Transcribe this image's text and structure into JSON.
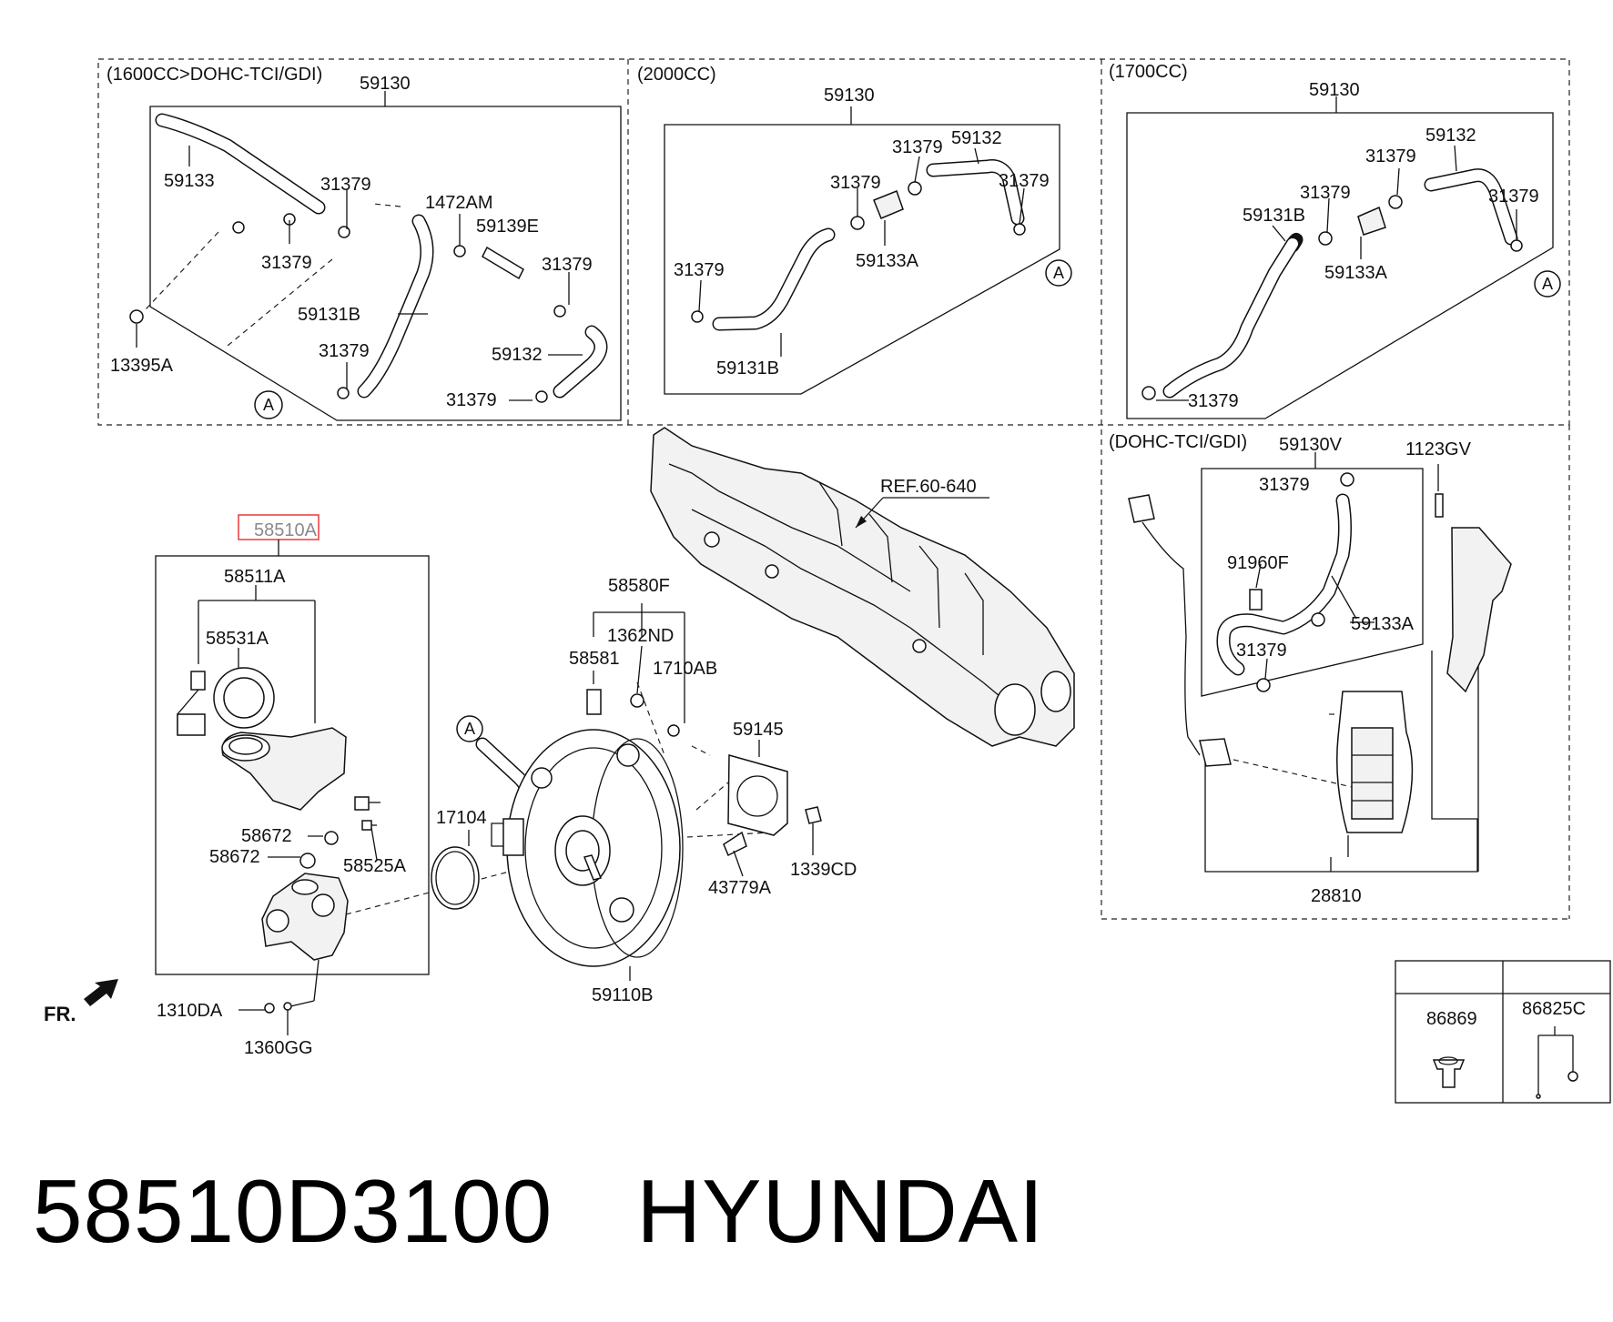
{
  "sections": {
    "s1600": "(1600CC>DOHC-TCI/GDI)",
    "s2000": "(2000CC)",
    "s1700": "(1700CC)",
    "sdohc": "(DOHC-TCI/GDI)"
  },
  "circle_marker": "A",
  "part_labels": {
    "p1_59130": "59130",
    "p1_59133": "59133",
    "p1_31379a": "31379",
    "p1_31379b": "31379",
    "p1_1472AM": "1472AM",
    "p1_59139E": "59139E",
    "p1_31379c": "31379",
    "p1_59131B": "59131B",
    "p1_31379d": "31379",
    "p1_59132": "59132",
    "p1_31379e": "31379",
    "p1_13395A": "13395A",
    "p2_59130": "59130",
    "p2_31379a": "31379",
    "p2_59132": "59132",
    "p2_31379b": "31379",
    "p2_31379c": "31379",
    "p2_59133A": "59133A",
    "p2_31379d": "31379",
    "p2_59131B": "59131B",
    "p3_59130": "59130",
    "p3_59132": "59132",
    "p3_31379a": "31379",
    "p3_31379b": "31379",
    "p3_31379c": "31379",
    "p3_59131B": "59131B",
    "p3_59133A": "59133A",
    "p3_31379d": "31379",
    "p4_59130V": "59130V",
    "p4_1123GV": "1123GV",
    "p4_31379a": "31379",
    "p4_91960F": "91960F",
    "p4_59133A": "59133A",
    "p4_31379b": "31379",
    "p4_28810": "28810",
    "ref": "REF.60-640",
    "m_58510A": "58510A",
    "m_58511A": "58511A",
    "m_58531A": "58531A",
    "m_58672a": "58672",
    "m_58672b": "58672",
    "m_58525A": "58525A",
    "m_1310DA": "1310DA",
    "m_1360GG": "1360GG",
    "b_58580F": "58580F",
    "b_1362ND": "1362ND",
    "b_58581": "58581",
    "b_1710AB": "1710AB",
    "b_59145": "59145",
    "b_17104": "17104",
    "b_43779A": "43779A",
    "b_1339CD": "1339CD",
    "b_59110B": "59110B"
  },
  "direction_label": "FR.",
  "legend": {
    "col1": "86869",
    "col2": "86825C"
  },
  "footer": {
    "part_number": "58510D3100",
    "brand": "HYUNDAI"
  },
  "colors": {
    "highlight_box": "#e83a3a",
    "highlight_text": "#8a8a8a"
  }
}
